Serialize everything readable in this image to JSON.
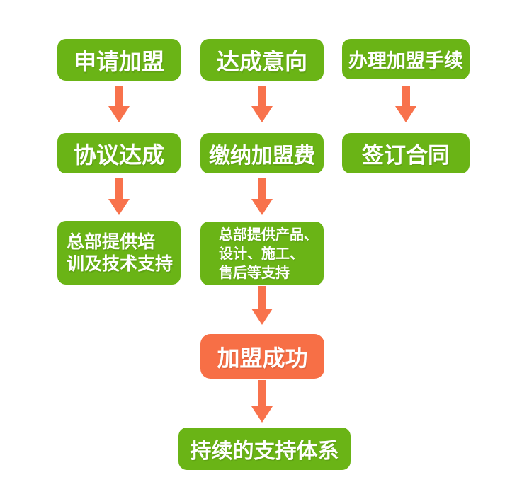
{
  "colors": {
    "background": "#ffffff",
    "green": "#6ab416",
    "accent": "#f76f46",
    "arrow": "#f8724c",
    "label": "#ffffff"
  },
  "nodes": {
    "apply": {
      "label": "申请加盟"
    },
    "intention": {
      "label": "达成意向"
    },
    "procedure": {
      "label": "办理加盟手续"
    },
    "agreement": {
      "label": "协议达成"
    },
    "fee": {
      "label": "缴纳加盟费"
    },
    "contract": {
      "label": "签订合同"
    },
    "training": {
      "label": "总部提供培训及技术支持",
      "lines": [
        "总部提供培",
        "训及技术支持"
      ]
    },
    "products": {
      "label": "总部提供产品、设计、施工、售后等支持",
      "lines": [
        "总部提供产品、",
        "设计、施工、",
        "售后等支持"
      ]
    },
    "success": {
      "label": "加盟成功"
    },
    "ongoing": {
      "label": "持续的支持体系"
    }
  },
  "flow": {
    "column1": [
      "申请加盟",
      "协议达成",
      "总部提供培训及技术支持"
    ],
    "column2": [
      "达成意向",
      "缴纳加盟费",
      "总部提供产品、设计、施工、售后等支持",
      "加盟成功",
      "持续的支持体系"
    ],
    "column3": [
      "办理加盟手续",
      "签订合同"
    ]
  }
}
